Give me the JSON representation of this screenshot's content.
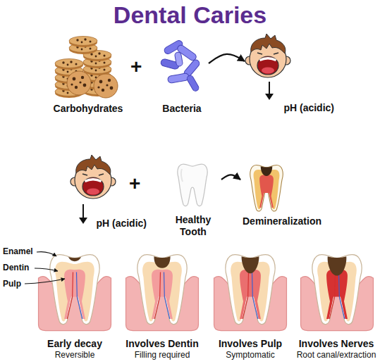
{
  "diagram": {
    "title": "Dental Caries",
    "nodes": [
      {
        "text": [
          "Carbohydrates"
        ]
      },
      {
        "text": [
          "Bacteria"
        ]
      },
      {
        "text": [
          "pH (acidic)"
        ]
      },
      {
        "text": [
          "pH (acidic)"
        ]
      },
      {
        "text": [
          "Healthy Tooth"
        ]
      },
      {
        "text": [
          "Demineralization"
        ]
      },
      {
        "text": [
          "Early decay",
          "Reversible"
        ]
      },
      {
        "text": [
          "Involves Dentin",
          "Filling required"
        ]
      },
      {
        "text": [
          "Involves Pulp",
          "Symptomatic"
        ]
      },
      {
        "text": [
          "Involves Nerves",
          "Root canal/extraction"
        ]
      }
    ],
    "edges": [
      {
        "from": 1,
        "to": 2,
        "arrow": "to"
      },
      {
        "from": 4,
        "to": 5,
        "arrow": "to"
      }
    ],
    "labels": [
      "+",
      "+",
      "Enamel",
      "Dentin",
      "Pulp"
    ]
  }
}
